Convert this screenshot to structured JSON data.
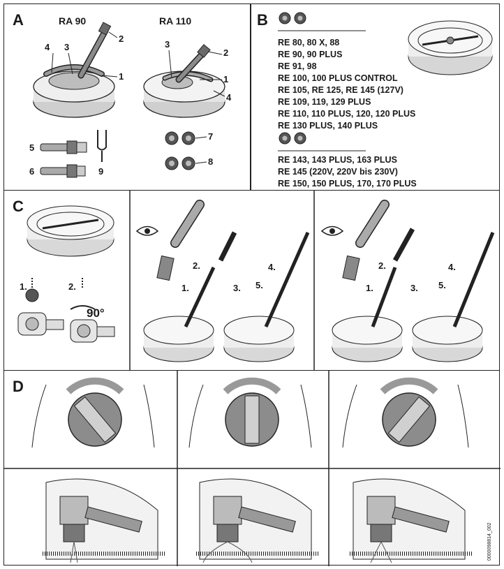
{
  "sections": {
    "a": {
      "letter": "A",
      "model_left": "RA 90",
      "model_right": "RA 110",
      "callouts_left": [
        "4",
        "3",
        "2",
        "1"
      ],
      "callouts_right": [
        "3",
        "2",
        "1",
        "4"
      ],
      "callouts_parts": [
        "5",
        "6",
        "9",
        "7",
        "8"
      ]
    },
    "b": {
      "letter": "B",
      "group1": [
        "RE 80, 80 X, 88",
        "RE 90, 90 PLUS",
        "RE 91, 98",
        "RE 100, 100 PLUS CONTROL",
        "RE 105, RE 125, RE 145 (127V)",
        "RE 109, 119, 129 PLUS",
        "RE 110, 110 PLUS, 120, 120 PLUS",
        "RE 130 PLUS, 140 PLUS"
      ],
      "group2": [
        "RE 143, 143 PLUS, 163 PLUS",
        "RE 145 (220V, 220V bis 230V)",
        "RE 150, 150 PLUS, 170, 170 PLUS"
      ]
    },
    "c": {
      "letter": "C",
      "step1": "1.",
      "step2": "2.",
      "angle": "90°",
      "steps_mid": [
        "2.",
        "1.",
        "3.",
        "4.",
        "5."
      ],
      "steps_right": [
        "2.",
        "1.",
        "3.",
        "4.",
        "5."
      ]
    },
    "d": {
      "letter": "D"
    }
  },
  "doc_id": "0000098814_002"
}
